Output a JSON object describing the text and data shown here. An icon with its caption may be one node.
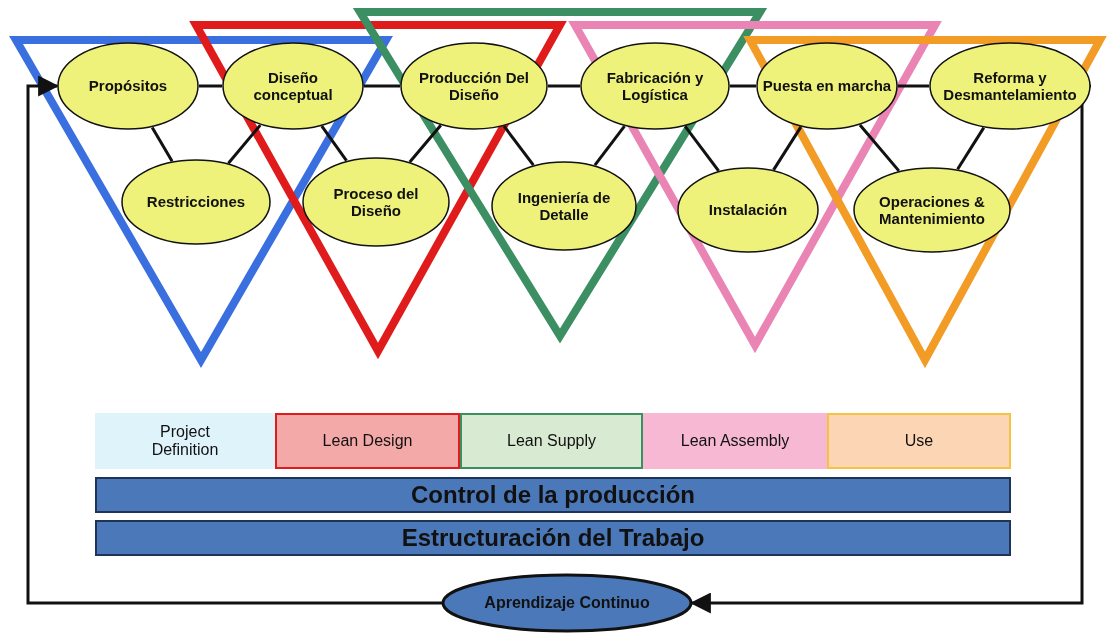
{
  "diagram": {
    "nodes": [
      {
        "text": [
          "Propósitos"
        ]
      },
      {
        "text": [
          "Restricciones"
        ]
      },
      {
        "text": [
          "Diseño conceptual"
        ]
      },
      {
        "text": [
          "Proceso del Diseño"
        ]
      },
      {
        "text": [
          "Producción Del Diseño"
        ]
      },
      {
        "text": [
          "Ingeniería de Detalle"
        ]
      },
      {
        "text": [
          "Fabricación y Logística"
        ]
      },
      {
        "text": [
          "Instalación"
        ]
      },
      {
        "text": [
          "Puesta en marcha"
        ]
      },
      {
        "text": [
          "Operaciones & Mantenimiento"
        ]
      },
      {
        "text": [
          "Reforma y Desmantelamiento"
        ]
      },
      {
        "text": [
          "Project Definition"
        ]
      },
      {
        "text": [
          "Lean Design"
        ]
      },
      {
        "text": [
          "Lean Supply"
        ]
      },
      {
        "text": [
          "Lean Assembly"
        ]
      },
      {
        "text": [
          "Use"
        ]
      },
      {
        "text": [
          "Control de la producción"
        ]
      },
      {
        "text": [
          "Estructuración del Trabajo"
        ]
      },
      {
        "text": [
          "Aprendizaje Continuo"
        ]
      }
    ],
    "edges": [
      {
        "from": 0,
        "to": 2,
        "arrow": "none"
      },
      {
        "from": 2,
        "to": 4,
        "arrow": "none"
      },
      {
        "from": 4,
        "to": 6,
        "arrow": "none"
      },
      {
        "from": 6,
        "to": 8,
        "arrow": "none"
      },
      {
        "from": 8,
        "to": 10,
        "arrow": "none"
      },
      {
        "from": 0,
        "to": 1,
        "arrow": "none"
      },
      {
        "from": 1,
        "to": 2,
        "arrow": "none"
      },
      {
        "from": 2,
        "to": 3,
        "arrow": "none"
      },
      {
        "from": 3,
        "to": 4,
        "arrow": "none"
      },
      {
        "from": 4,
        "to": 5,
        "arrow": "none"
      },
      {
        "from": 5,
        "to": 6,
        "arrow": "none"
      },
      {
        "from": 6,
        "to": 7,
        "arrow": "none"
      },
      {
        "from": 7,
        "to": 8,
        "arrow": "none"
      },
      {
        "from": 8,
        "to": 9,
        "arrow": "none"
      },
      {
        "from": 9,
        "to": 10,
        "arrow": "none"
      },
      {
        "from": 10,
        "to": 18,
        "arrow": "to"
      },
      {
        "from": 18,
        "to": 0,
        "arrow": "to"
      }
    ]
  }
}
